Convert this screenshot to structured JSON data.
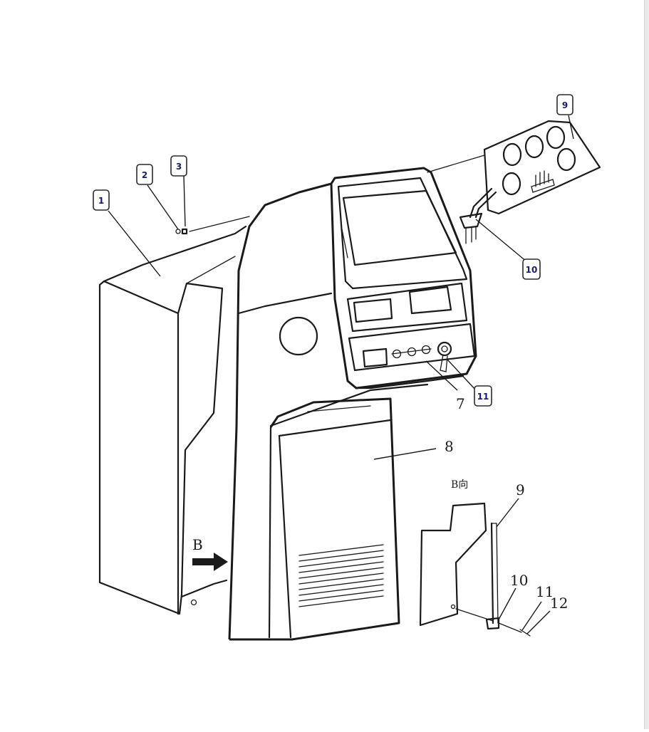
{
  "diagram": {
    "callouts": [
      {
        "id": "callout-1",
        "label": "1"
      },
      {
        "id": "callout-2",
        "label": "2"
      },
      {
        "id": "callout-3",
        "label": "3"
      },
      {
        "id": "callout-9",
        "label": "9"
      },
      {
        "id": "callout-10",
        "label": "10"
      },
      {
        "id": "callout-11",
        "label": "11"
      }
    ],
    "plain_labels": {
      "part_7": "7",
      "part_8": "8",
      "view_arrow": "B",
      "view_title": "B向",
      "detail_9": "9",
      "detail_10": "10",
      "detail_11": "11",
      "detail_12": "12"
    }
  },
  "colors": {
    "line": "#1a1a1a",
    "callout_text": "#1a1a6e",
    "background": "#ffffff"
  }
}
